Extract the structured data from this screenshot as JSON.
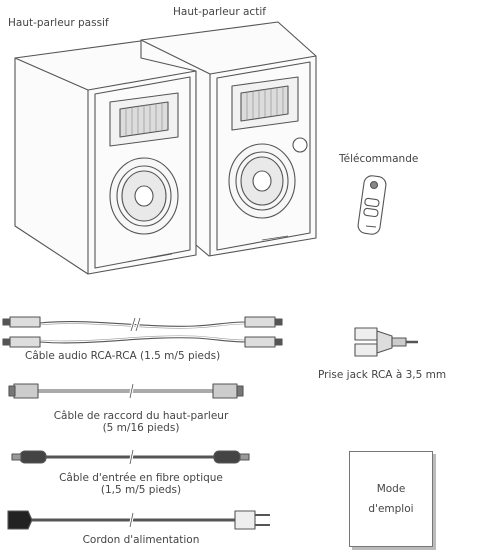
{
  "speakers": {
    "passive_label": "Haut-parleur passif",
    "active_label": "Haut-parleur actif",
    "remote_label": "Télécommande"
  },
  "accessories": {
    "rca_cable_label": "Câble audio RCA-RCA (1.5 m/5 pieds)",
    "rca_jack_label": "Prise jack RCA à 3,5 mm",
    "speaker_cable_label_line1": "Câble de raccord du haut-parleur",
    "speaker_cable_label_line2": "(5 m/16 pieds)",
    "optical_cable_label_line1": "Câble d'entrée en fibre optique",
    "optical_cable_label_line2": "(1,5 m/5 pieds)",
    "power_cord_label": "Cordon d'alimentation",
    "manual_line1": "Mode",
    "manual_line2": "d'emploi"
  }
}
